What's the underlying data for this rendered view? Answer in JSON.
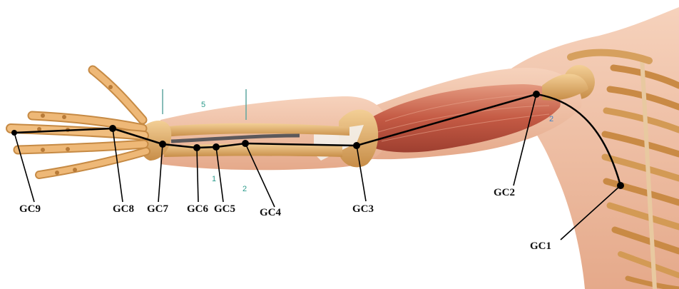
{
  "points": [
    {
      "id": "gc1",
      "label": "GC1"
    },
    {
      "id": "gc2",
      "label": "GC2"
    },
    {
      "id": "gc3",
      "label": "GC3"
    },
    {
      "id": "gc4",
      "label": "GC4"
    },
    {
      "id": "gc5",
      "label": "GC5"
    },
    {
      "id": "gc6",
      "label": "GC6"
    },
    {
      "id": "gc7",
      "label": "GC7"
    },
    {
      "id": "gc8",
      "label": "GC8"
    },
    {
      "id": "gc9",
      "label": "GC9"
    }
  ],
  "region_numbers": [
    "1",
    "2",
    "5",
    "2"
  ],
  "colors": {
    "skin": "#f2c3a6",
    "skin_shadow": "#dc9d7c",
    "bone": "#e9b574",
    "bone_dark": "#b97a36",
    "muscle": "#c9604a",
    "muscle_light": "#e18f76",
    "line": "#000000"
  }
}
